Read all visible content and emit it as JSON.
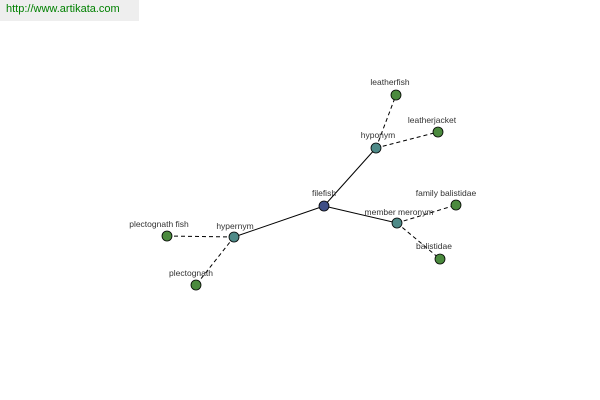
{
  "banner": {
    "link_text": "http://www.artikata.com"
  },
  "colors": {
    "center_node": "#3f4f86",
    "relation_node": "#4e8a88",
    "leaf_node": "#4b8a3e",
    "link_text": "#008000",
    "banner_background": "#eeeeee"
  },
  "nodes": [
    {
      "id": "filefish",
      "label": "filefish",
      "kind": "center"
    },
    {
      "id": "hyponym",
      "label": "hyponym",
      "kind": "relation"
    },
    {
      "id": "hypernym",
      "label": "hypernym",
      "kind": "relation"
    },
    {
      "id": "member-meronym",
      "label": "member meronym",
      "kind": "relation"
    },
    {
      "id": "leatherfish",
      "label": "leatherfish",
      "kind": "leaf"
    },
    {
      "id": "leatherjacket",
      "label": "leatherjacket",
      "kind": "leaf"
    },
    {
      "id": "plectognath-fish",
      "label": "plectognath fish",
      "kind": "leaf"
    },
    {
      "id": "plectognath",
      "label": "plectognath",
      "kind": "leaf"
    },
    {
      "id": "family-balistidae",
      "label": "family balistidae",
      "kind": "leaf"
    },
    {
      "id": "balistidae",
      "label": "balistidae",
      "kind": "leaf"
    }
  ],
  "edges": [
    {
      "from": "filefish",
      "to": "hyponym",
      "style": "solid"
    },
    {
      "from": "filefish",
      "to": "hypernym",
      "style": "solid"
    },
    {
      "from": "filefish",
      "to": "member-meronym",
      "style": "solid"
    },
    {
      "from": "hyponym",
      "to": "leatherfish",
      "style": "dashed"
    },
    {
      "from": "hyponym",
      "to": "leatherjacket",
      "style": "dashed"
    },
    {
      "from": "hypernym",
      "to": "plectognath-fish",
      "style": "dashed"
    },
    {
      "from": "hypernym",
      "to": "plectognath",
      "style": "dashed"
    },
    {
      "from": "member-meronym",
      "to": "family-balistidae",
      "style": "dashed"
    },
    {
      "from": "member-meronym",
      "to": "balistidae",
      "style": "dashed"
    }
  ]
}
